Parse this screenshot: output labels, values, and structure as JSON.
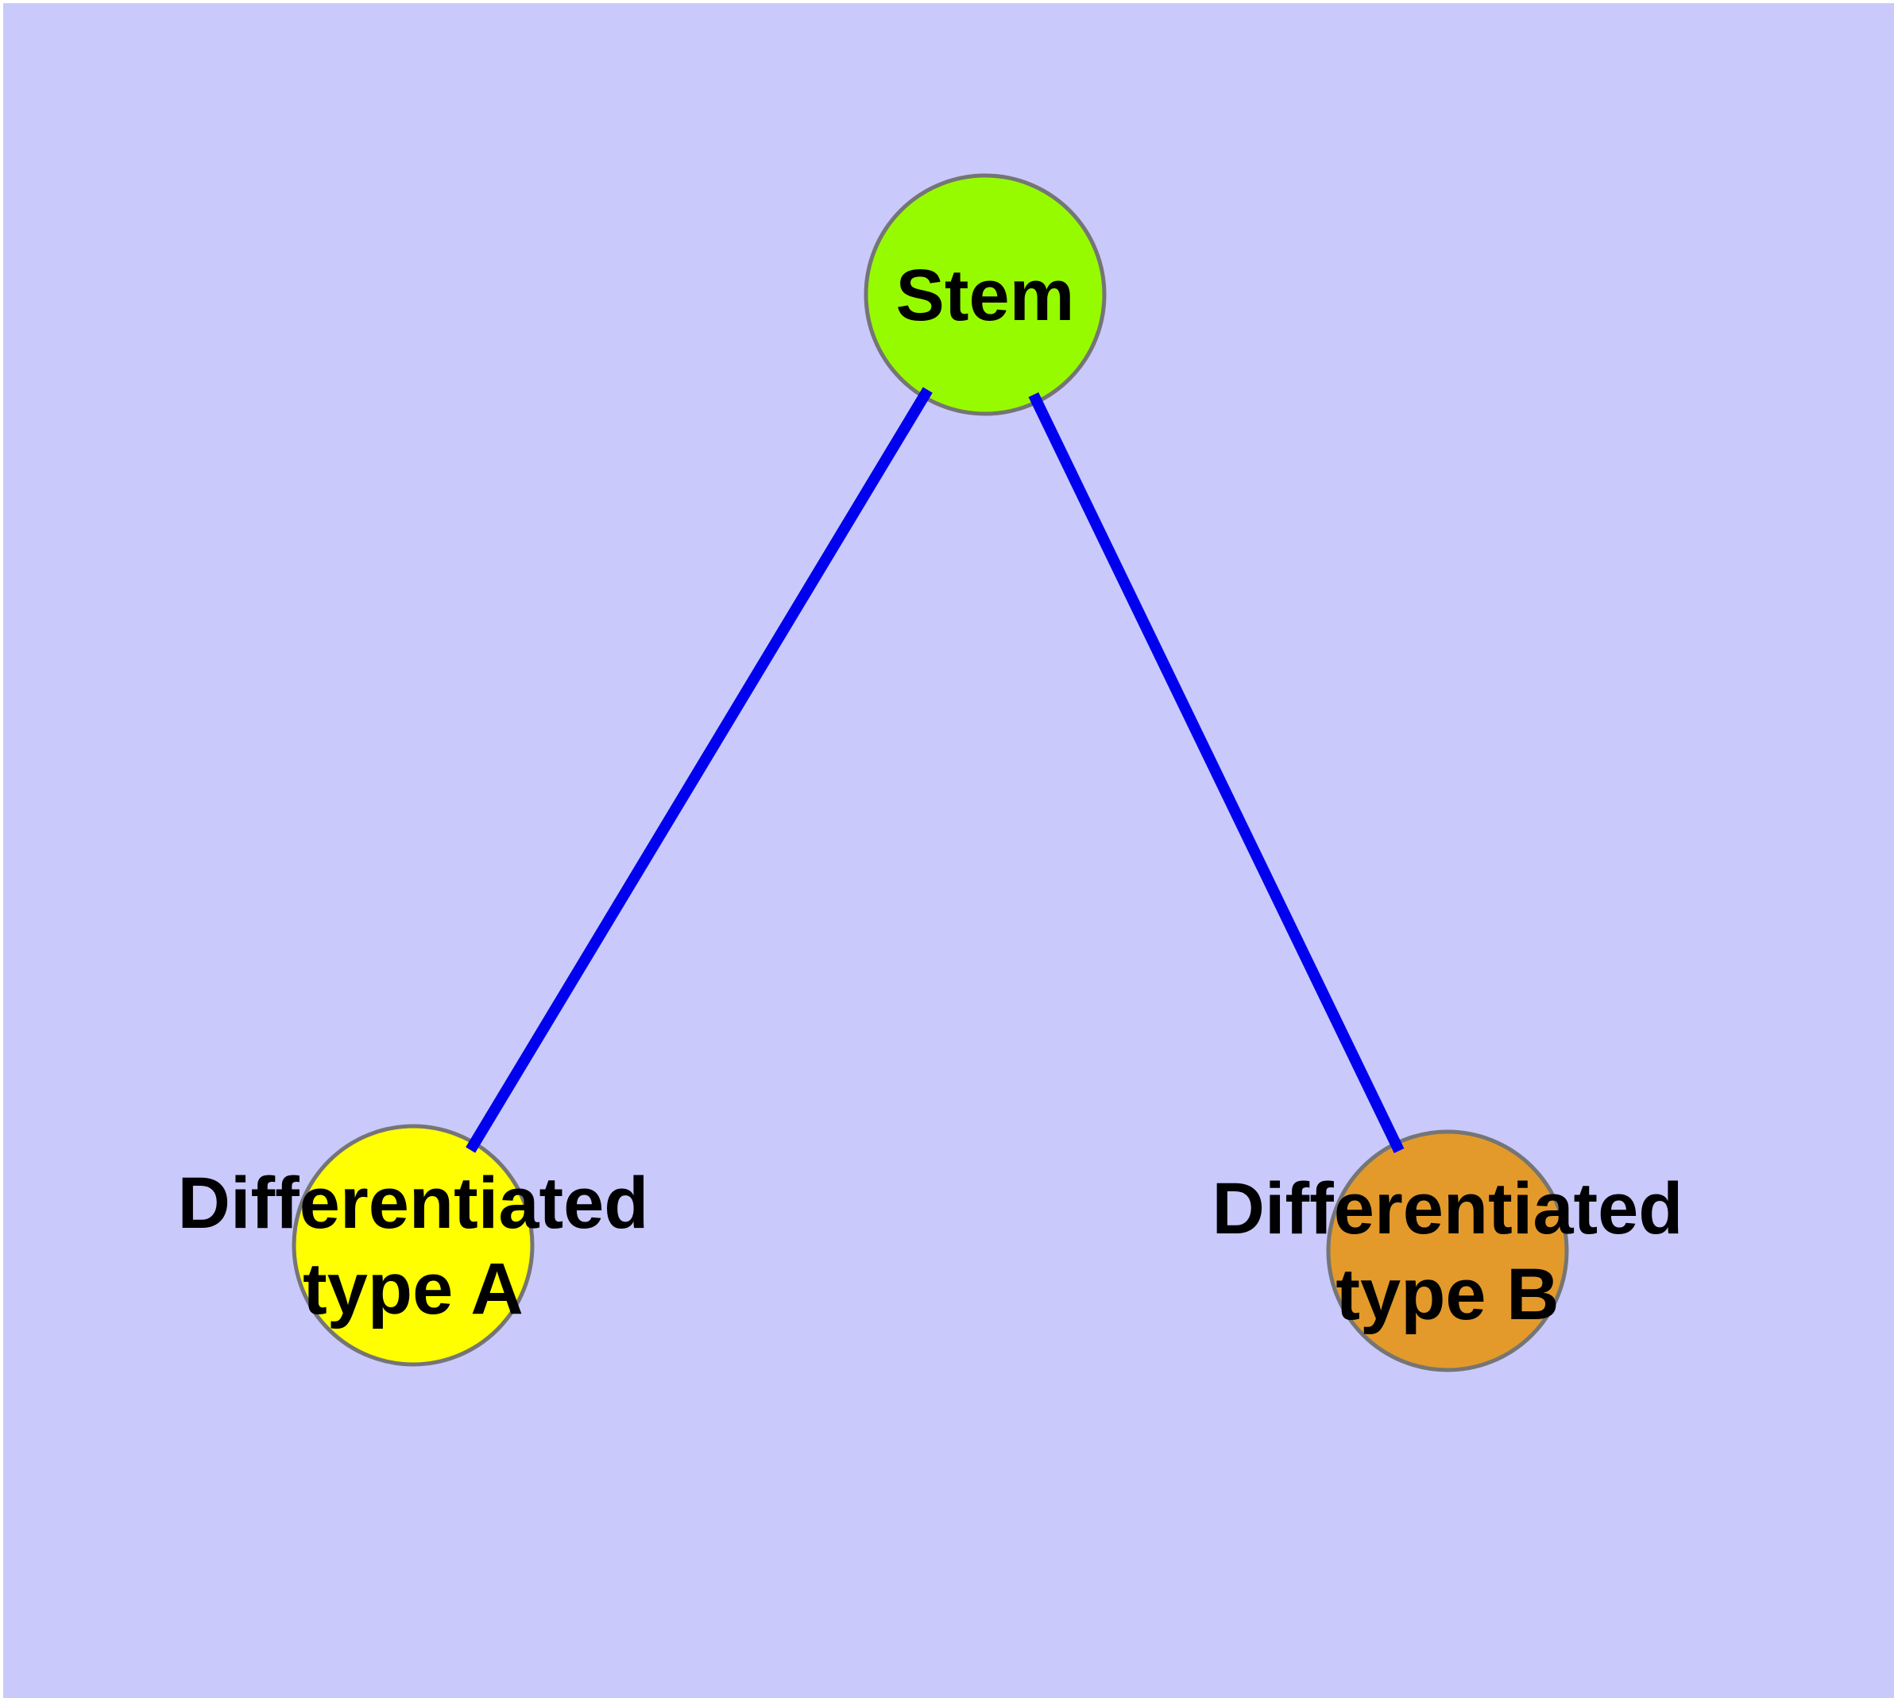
{
  "diagram": {
    "type": "graph",
    "background_color": "#C9C9FB",
    "margin_color": "#FFFFFF",
    "edge_color": "#0000EE",
    "node_border_color": "#757575",
    "label_color": "#000000",
    "nodes": [
      {
        "id": "stem",
        "label": "Stem",
        "lines": [
          "Stem"
        ],
        "color": "#97FB00"
      },
      {
        "id": "differentiated-type-a",
        "label": "Differentiated type A",
        "lines": [
          "Differentiated",
          "type A"
        ],
        "color": "#FFFF00"
      },
      {
        "id": "differentiated-type-b",
        "label": "Differentiated type B",
        "lines": [
          "Differentiated",
          "type B"
        ],
        "color": "#E39A2B"
      }
    ],
    "edges": [
      {
        "from": "Stem",
        "to": "Differentiated type A"
      },
      {
        "from": "Stem",
        "to": "Differentiated type B"
      }
    ]
  }
}
